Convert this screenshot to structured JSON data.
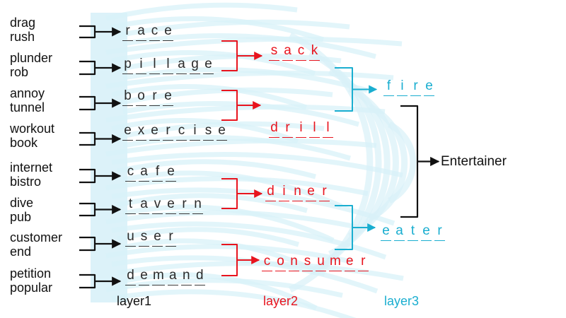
{
  "clues": [
    [
      "drag",
      "rush"
    ],
    [
      "plunder",
      "rob"
    ],
    [
      "annoy",
      "tunnel"
    ],
    [
      "workout",
      "book"
    ],
    [
      "internet",
      "bistro"
    ],
    [
      "dive",
      "pub"
    ],
    [
      "customer",
      "end"
    ],
    [
      "petition",
      "popular"
    ]
  ],
  "layer1_words": [
    "race",
    "pillage",
    "bore",
    "exercise",
    "cafe",
    "tavern",
    "user",
    "demand"
  ],
  "layer2_words": [
    "sack",
    "drill",
    "diner",
    "consumer"
  ],
  "layer3_words": [
    "fire",
    "eater"
  ],
  "final_word": "Entertainer",
  "layer_labels": [
    "layer1",
    "layer2",
    "layer3"
  ],
  "colors": {
    "layer1": "#2a2a2a",
    "layer2": "#e8141e",
    "layer3": "#1aaed0",
    "text": "#111111",
    "background_art": "#d8f1f8"
  }
}
